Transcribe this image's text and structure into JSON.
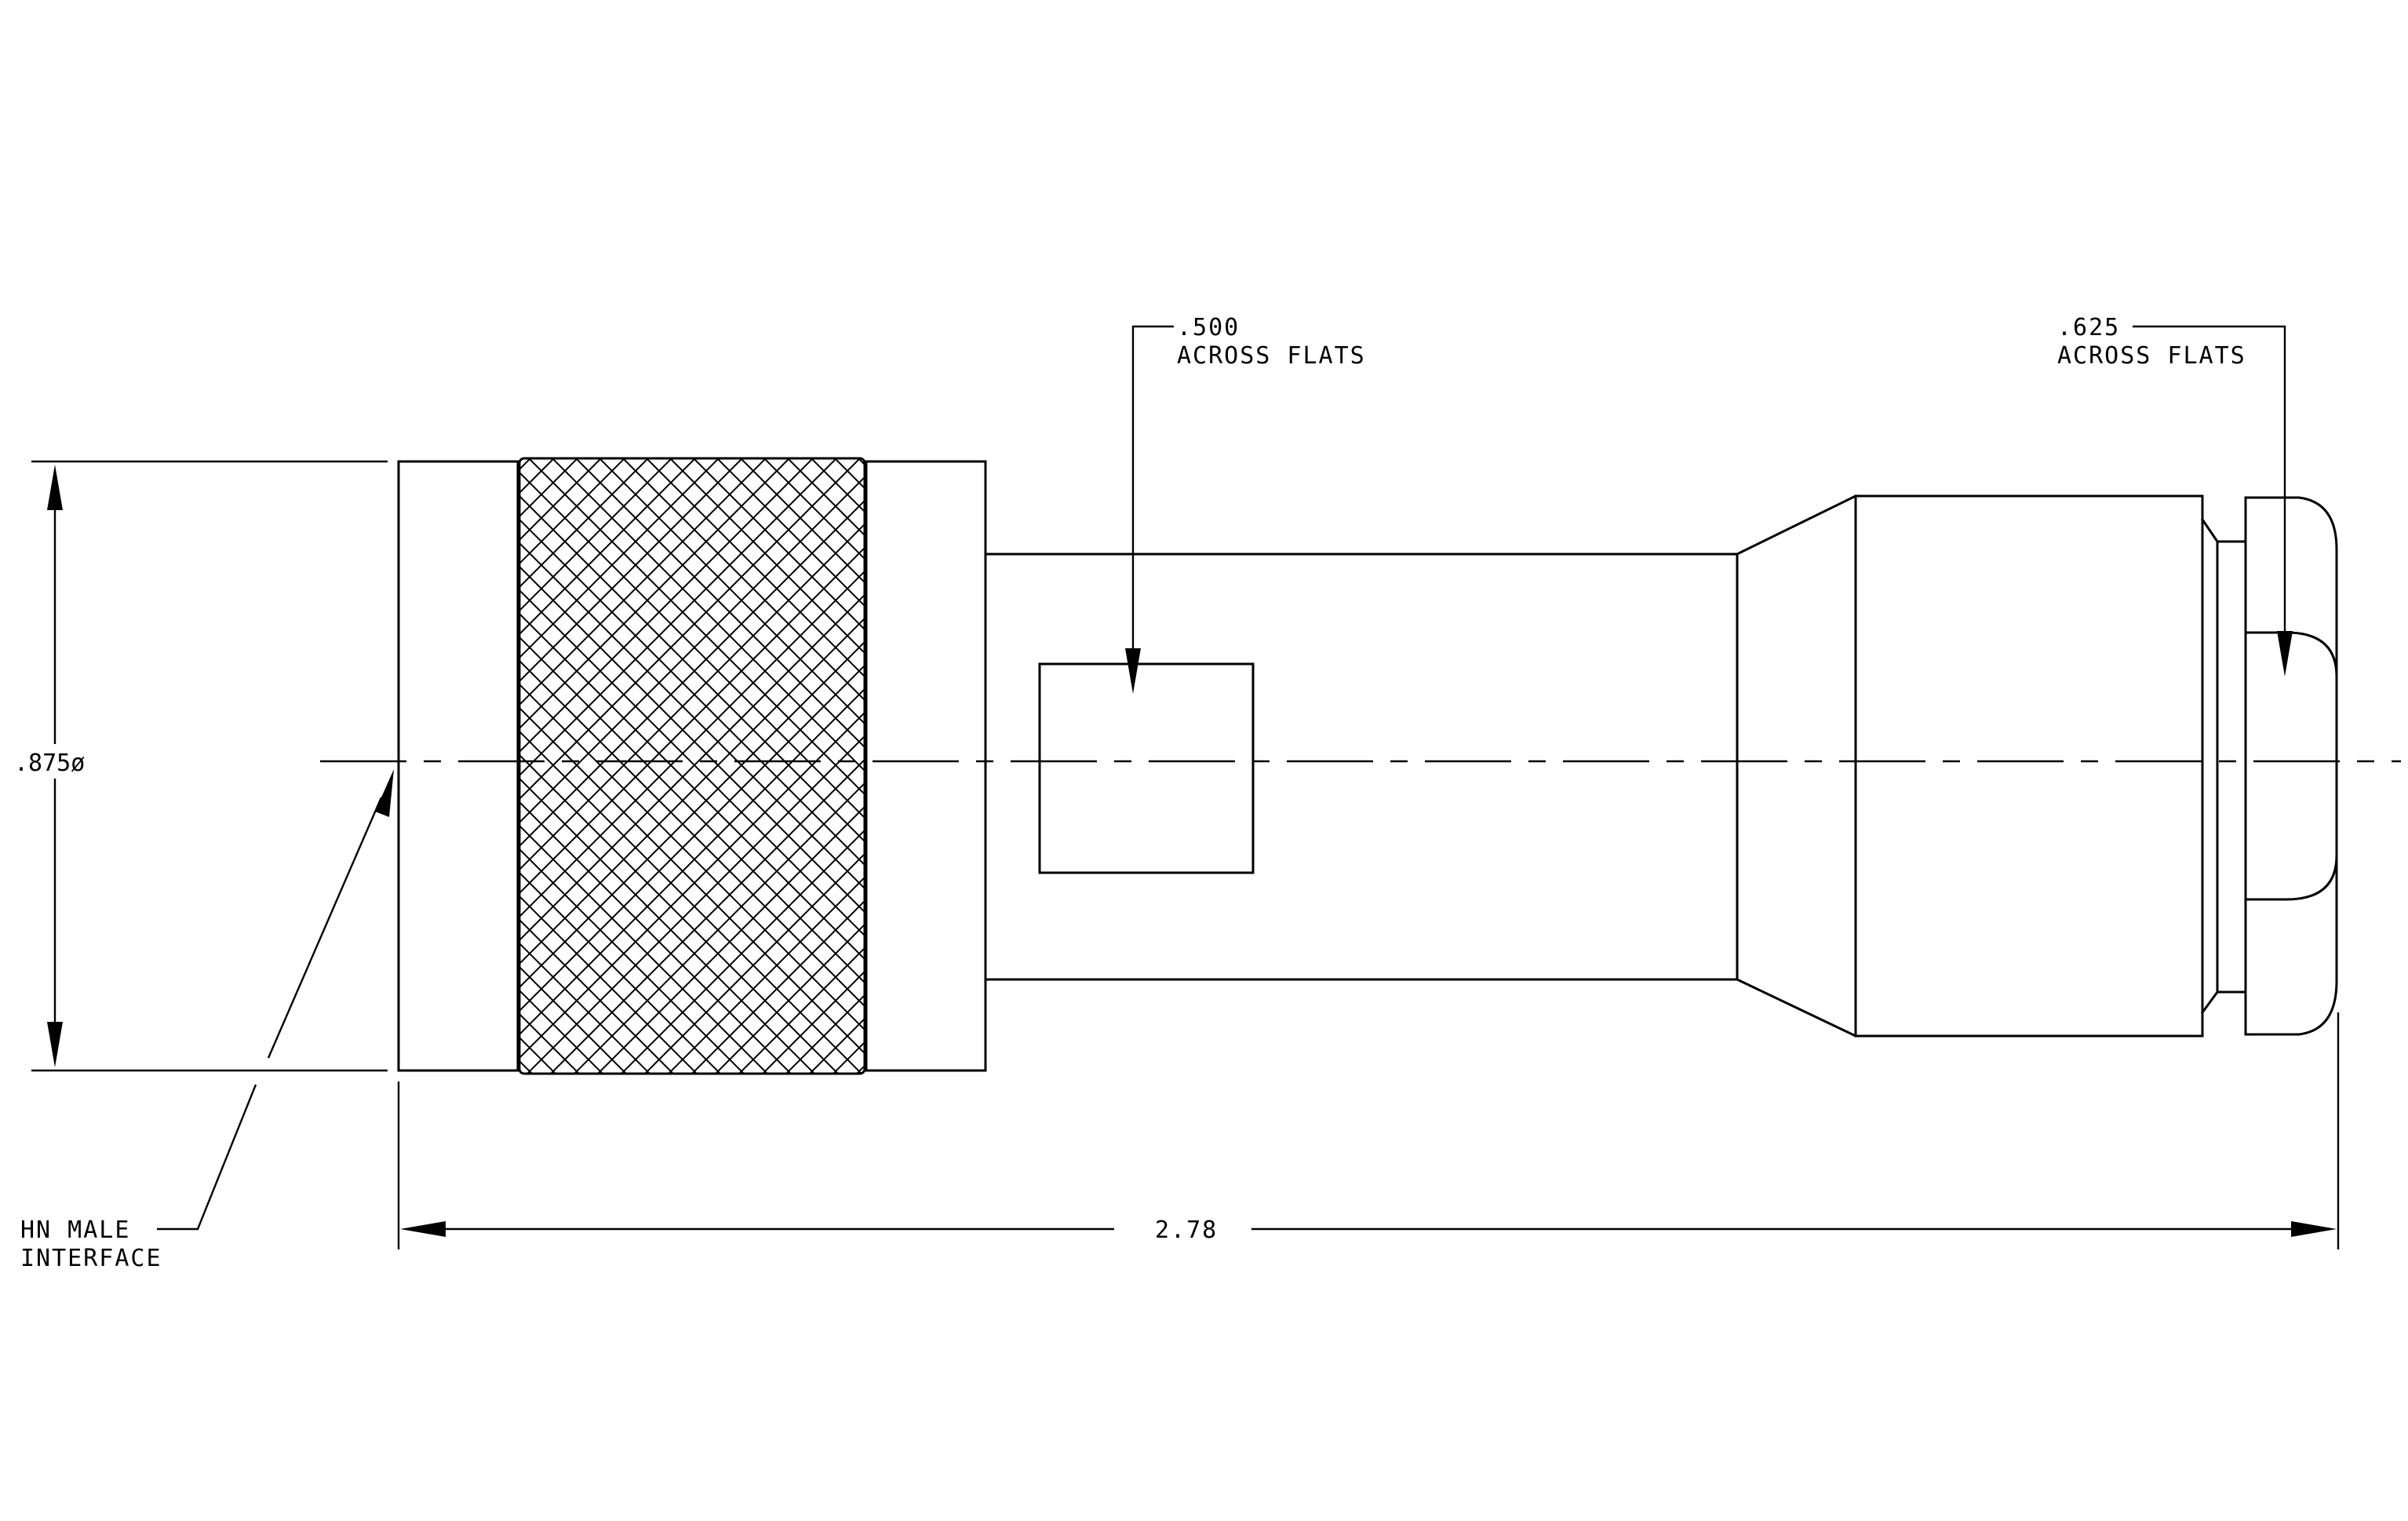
{
  "drawing": {
    "callouts": {
      "flats_small": {
        "value": ".500",
        "label": "ACROSS FLATS"
      },
      "flats_large": {
        "value": ".625",
        "label": "ACROSS FLATS"
      },
      "interface": {
        "line1": "HN MALE",
        "line2": "INTERFACE"
      }
    },
    "dimensions": {
      "diameter": ".875ø",
      "overall_length": "2.78"
    },
    "colors": {
      "line": "#000000",
      "background": "#ffffff"
    }
  }
}
